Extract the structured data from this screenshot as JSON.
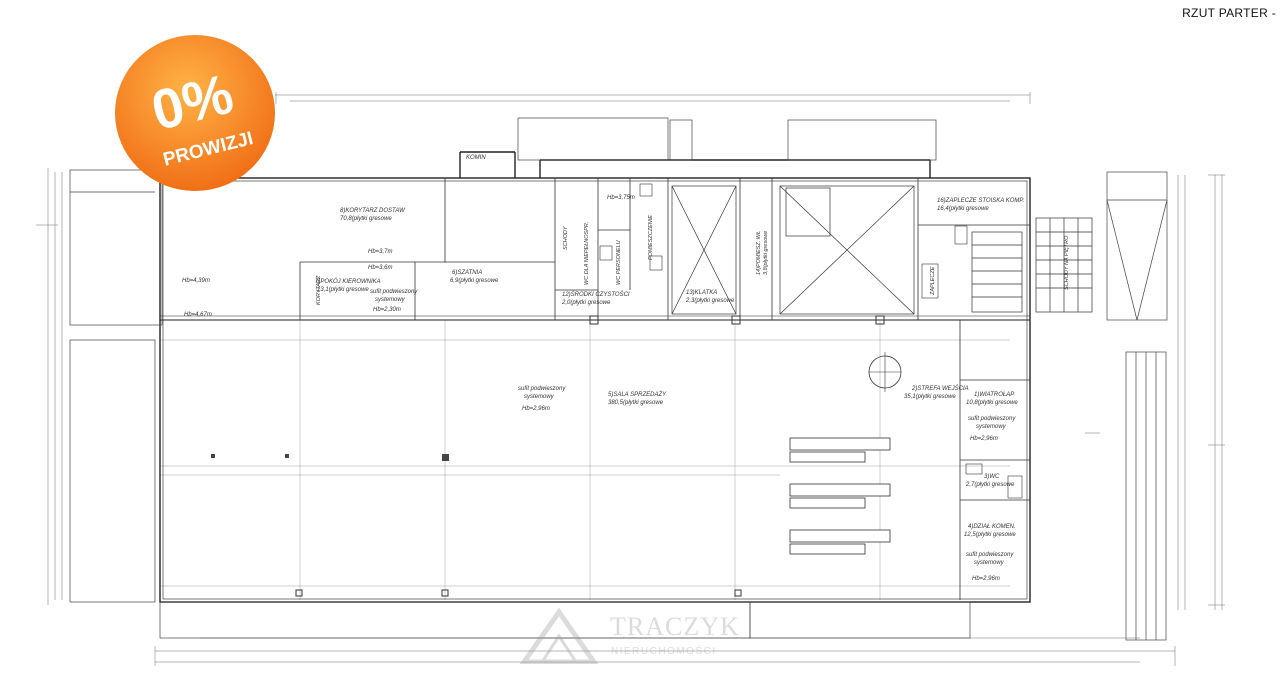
{
  "header": {
    "title": "RZUT PARTER -"
  },
  "badge": {
    "percent": "0%",
    "label": "PROWIZJI",
    "color": "#f47a1f",
    "color_light": "#ffb347"
  },
  "watermark": {
    "brand": "TRACZYK",
    "subtitle": "NIERUCHOMOŚCI"
  },
  "rooms": {
    "r8_name": "8)KORYTARZ DOSTAW",
    "r8_area": "70,8(płytki gresowe",
    "r7_name": "7)POKÓJ KIEROWNIKA",
    "r7_area": "13,1(płytki gresowe",
    "r6_name": "6)SZATNIA",
    "r6_area": "6,9(płytki gresowe",
    "r12_name": "12)ŚRODKI CZYSTOŚCI",
    "r12_area": "2,0(płytki gresowe",
    "r13_name": "13)KLATKA",
    "r13_area": "2,3(płytki gresowe",
    "r14_name": "14)POMIESZ. WŁ",
    "r14_area": "3,8(płytki gresowe",
    "r16_name": "16)ZAPLECZE STOISKA KOMP.",
    "r16_area": "16,4(płytki gresowe",
    "r5_name": "5)SALA SPRZEDAŻY",
    "r5_area": "380,5(płytki gresowe",
    "r2_name": "2)STREFA WEJŚCIA",
    "r2_area": "35,1(płytki gresowe",
    "r1_name": "1)WIATROŁAP",
    "r1_area": "10,8(płytki gresowe",
    "r3_name": "3)WC",
    "r3_area": "2,7(płytki gresowe",
    "r4_name": "4)DZIAŁ KOMEN.",
    "r4_area": "12,5(płytki gresowe"
  },
  "notes": {
    "sufit": "sufit podwieszony",
    "systemowy": "systemowy",
    "hb_sala": "Hb=2,96m",
    "hb_wiatrolap": "Hb=2,96m",
    "hb_komen": "Hb=2,96m",
    "hb_korytarz_a": "Hb=3,7m",
    "hb_korytarz_b": "Hb=3,6m",
    "hb_pokoj": "Hb=2,30m",
    "hb_left_a": "Hb=4,39m",
    "hb_left_b": "Hb=4,67m",
    "hb_wc": "Hb=3,75m",
    "komin": "KOMIN",
    "vertical_a": "WC DLA NIEPEŁNOSPR.",
    "vertical_b": "WC PERSONELU",
    "vertical_c": "POMIESZCZENIE",
    "vertical_d": "SCHODY",
    "vertical_e": "ZAPLECZE",
    "vertical_f": "KORYTARZ",
    "vertical_g": "SCHODY NA PIĘTRO"
  }
}
